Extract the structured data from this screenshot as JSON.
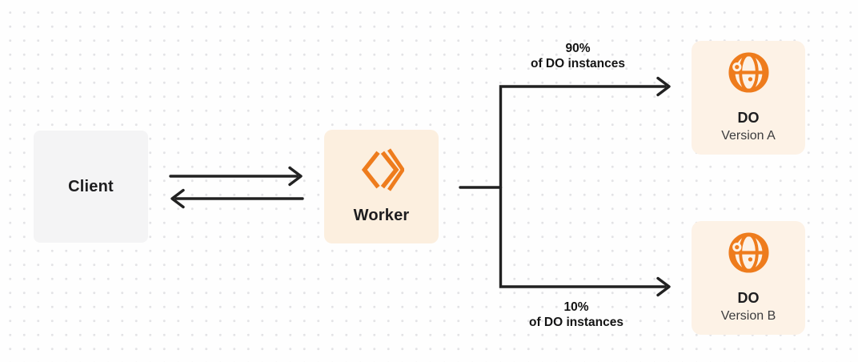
{
  "nodes": {
    "client": {
      "label": "Client"
    },
    "worker": {
      "label": "Worker",
      "icon": "cloudflare-workers-icon"
    },
    "do_version_a": {
      "title": "DO",
      "subtitle": "Version A",
      "icon": "durable-object-globe-icon"
    },
    "do_version_b": {
      "title": "DO",
      "subtitle": "Version B",
      "icon": "durable-object-globe-icon"
    }
  },
  "edges": {
    "client_worker": {
      "type": "bidirectional-arrows"
    },
    "top_branch": {
      "percent": "90%",
      "caption": "of DO instances"
    },
    "bottom_branch": {
      "percent": "10%",
      "caption": "of DO instances"
    }
  },
  "colors": {
    "background": "#fefefe",
    "dot_grid": "#e3e3e6",
    "arrow": "#212121",
    "accent_orange": "#ee7c1d",
    "cream_box": "#fcefdf",
    "cream_box_do": "#fdf2e6",
    "gray_box": "#f4f4f5",
    "text_primary": "#1d1d1f",
    "text_secondary": "#3c3c3e"
  }
}
